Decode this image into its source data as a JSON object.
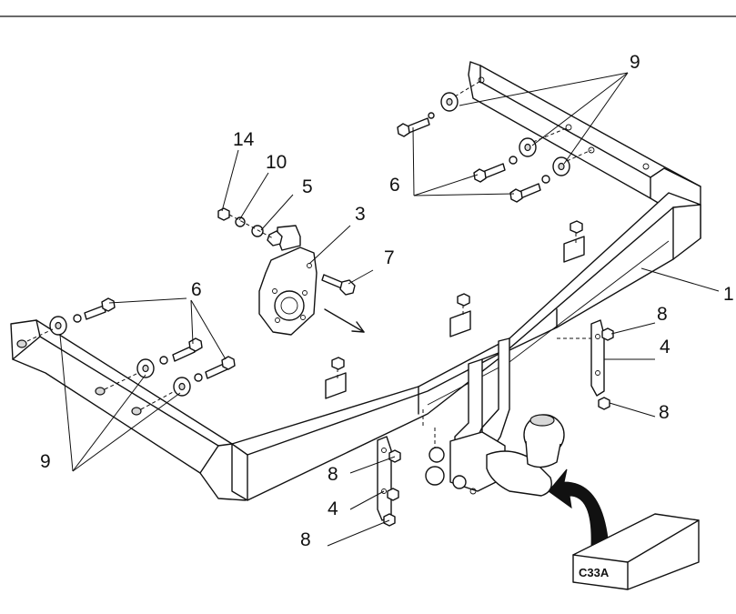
{
  "labels": {
    "l1": "1",
    "l3": "3",
    "l4a": "4",
    "l4b": "4",
    "l5": "5",
    "l6a": "6",
    "l6b": "6",
    "l7": "7",
    "l8a": "8",
    "l8b": "8",
    "l8c": "8",
    "l8d": "8",
    "l9a": "9",
    "l9b": "9",
    "l10": "10",
    "l14": "14"
  },
  "box_code": "C33A"
}
